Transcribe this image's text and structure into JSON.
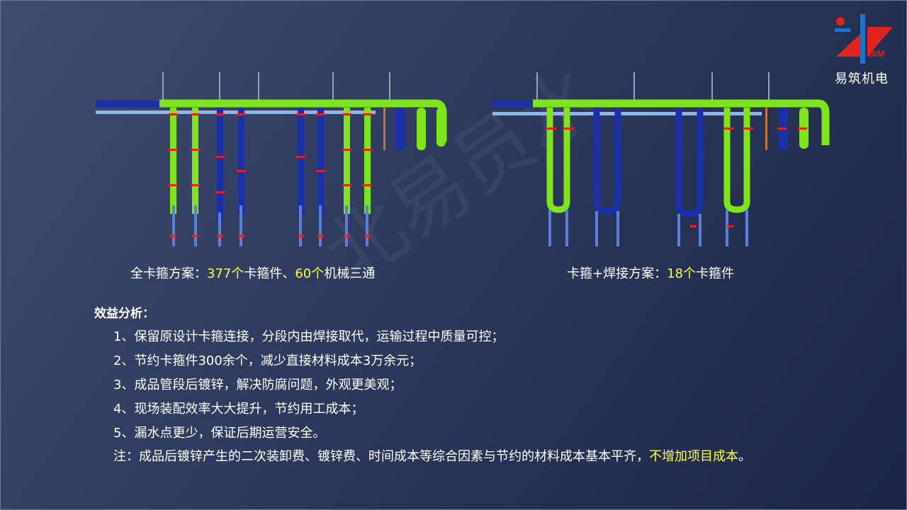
{
  "brand": {
    "logo_text": "易筑机电",
    "logo_mark": "BIM"
  },
  "watermark": "北易员水",
  "diagrams": {
    "left_caption": {
      "prefix": "全卡箍方案：",
      "count1": "377个",
      "mid": "卡箍件、",
      "count2": "60个",
      "suffix": "机械三通"
    },
    "right_caption": {
      "prefix": "卡箍+焊接方案：",
      "count": "18个",
      "suffix": "卡箍件"
    }
  },
  "analysis": {
    "heading": "效益分析：",
    "items": [
      "1、保留原设计卡箍连接，分段内由焊接取代，运输过程中质量可控；",
      "2、节约卡箍件300余个，减少直接材料成本3万余元；",
      "3、成品管段后镀锌，解决防腐问题，外观更美观；",
      "4、现场装配效率大大提升，节约用工成本；",
      "5、漏水点更少，保证后期运营安全。"
    ],
    "note_prefix": "注：成品后镀锌产生的二次装卸费、镀锌费、时间成本等综合因素与节约的材料成本基本平齐，",
    "note_highlight": "不增加项目成本",
    "note_suffix": "。"
  },
  "colors": {
    "highlight": "#ffff33",
    "pipe_green": "#7fe51a",
    "pipe_blue": "#1a2fa8",
    "pipe_light": "#8fb4e6",
    "clamp_red": "#e0241b"
  }
}
